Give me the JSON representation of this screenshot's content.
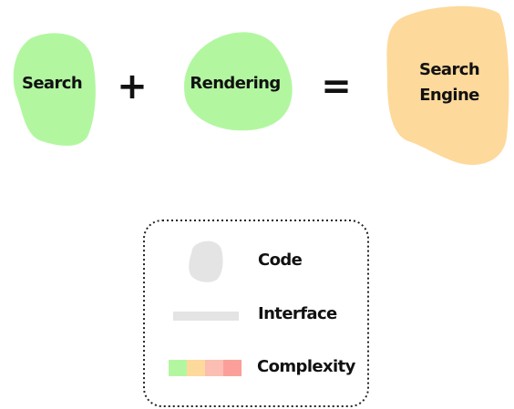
{
  "diagram": {
    "blobs": {
      "search": {
        "label": "Search",
        "color": "#b2f7a0"
      },
      "rendering": {
        "label": "Rendering",
        "color": "#b2f7a0"
      },
      "engine": {
        "label_line1": "Search",
        "label_line2": "Engine",
        "color": "#fdd99b"
      }
    },
    "operators": {
      "plus": "+",
      "equals": "="
    }
  },
  "legend": {
    "code": {
      "label": "Code",
      "color": "#e4e4e4"
    },
    "interface": {
      "label": "Interface",
      "color": "#e4e4e4"
    },
    "complexity": {
      "label": "Complexity",
      "colors": [
        "#b2f7a0",
        "#fdd99b",
        "#fcbdb3",
        "#fc9f9a"
      ]
    }
  }
}
